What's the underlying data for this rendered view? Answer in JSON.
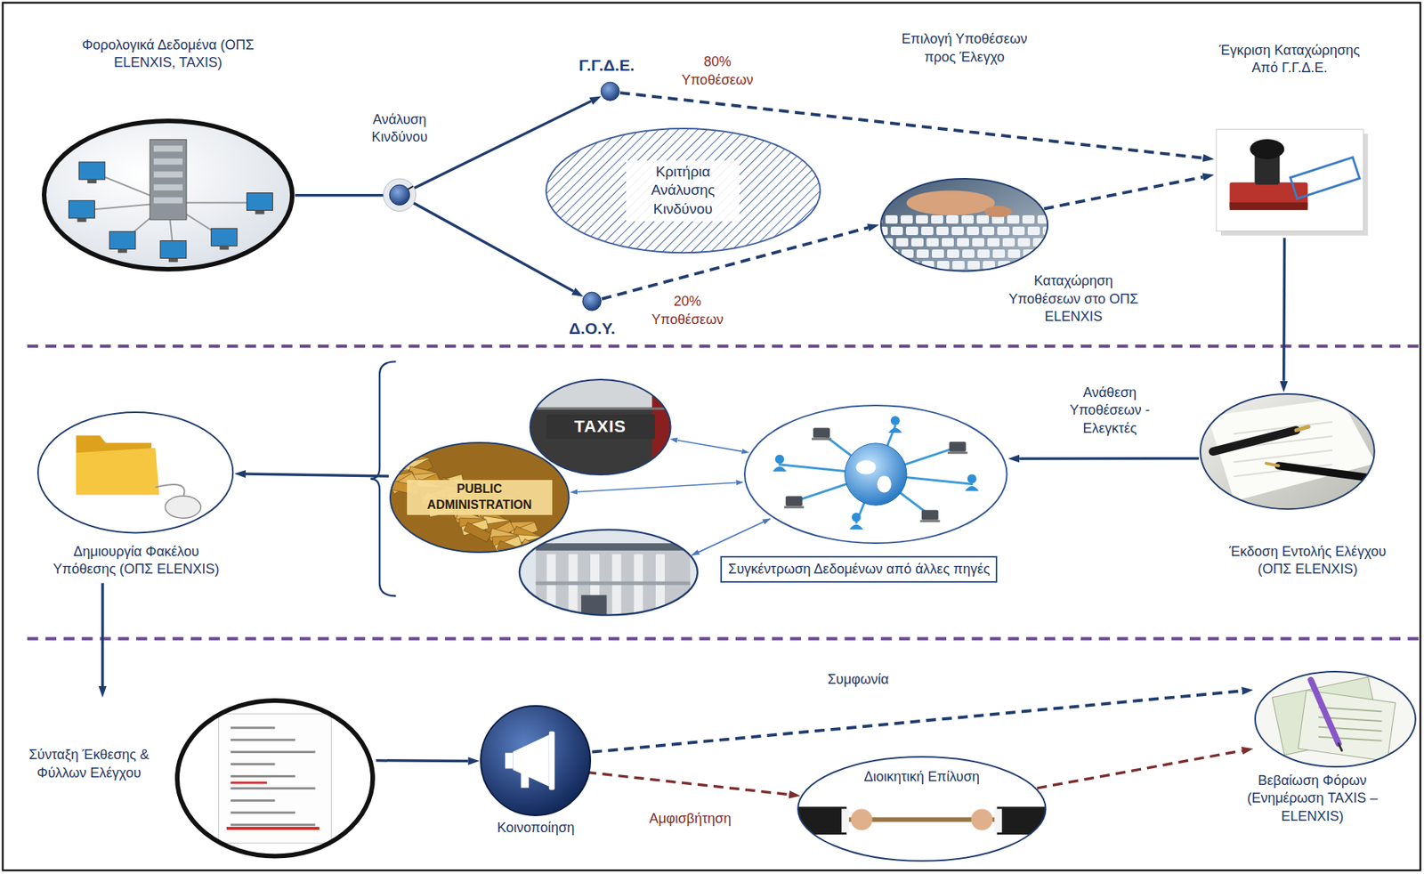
{
  "diagram": {
    "nodes": [
      {
        "text": [
          "Φορολογικά Δεδομένα (ΟΠΣ ELENXIS, TAXIS)"
        ]
      },
      {
        "text": [
          "Ανάλυση Κινδύνου"
        ]
      },
      {
        "text": [
          "Γ.Γ.Δ.Ε."
        ]
      },
      {
        "text": [
          "Κριτήρια Ανάλυσης Κινδύνου"
        ]
      },
      {
        "text": [
          "Δ.Ο.Υ."
        ]
      },
      {
        "text": [
          "Καταχώρηση Υποθέσεων στο ΟΠΣ ELENXIS"
        ]
      },
      {
        "text": [
          "Έγκριση Καταχώρησης Από Γ.Γ.Δ.Ε."
        ]
      },
      {
        "text": [
          "Έκδοση Εντολής Ελέγχου (ΟΠΣ ELENXIS)"
        ]
      },
      {
        "text": [
          "Συγκέντρωση Δεδομένων από άλλες πηγές"
        ]
      },
      {
        "text": [
          "TAXIS"
        ]
      },
      {
        "text": [
          "PUBLIC ADMINISTRATION"
        ]
      },
      {
        "text": [
          "Δημιουργία Φακέλου Υπόθεσης (ΟΠΣ ELENXIS)"
        ]
      },
      {
        "text": [
          "Σύνταξη Έκθεσης & Φύλλων Ελέγχου"
        ]
      },
      {
        "text": [
          "Κοινοποίηση"
        ]
      },
      {
        "text": [
          "Διοικητική Επίλυση"
        ]
      },
      {
        "text": [
          "Βεβαίωση Φόρων (Ενημέρωση TAXIS – ELENXIS)"
        ]
      }
    ],
    "edges": [
      {
        "from": 0,
        "to": 1,
        "arrow": "none"
      },
      {
        "from": 1,
        "to": 2,
        "arrow": "to"
      },
      {
        "from": 1,
        "to": 4,
        "arrow": "to"
      },
      {
        "from": 2,
        "to": 6,
        "arrow": "to",
        "label": "80% Υποθέσεων"
      },
      {
        "from": 4,
        "to": 5,
        "arrow": "to",
        "label": "20% Υποθέσεων"
      },
      {
        "from": 5,
        "to": 6,
        "arrow": "to"
      },
      {
        "from": 6,
        "to": 7,
        "arrow": "to"
      },
      {
        "from": 7,
        "to": 8,
        "arrow": "to",
        "label": "Ανάθεση Υποθέσεων - Ελεγκτές"
      },
      {
        "from": 8,
        "to": 9,
        "arrow": "both"
      },
      {
        "from": 8,
        "to": 10,
        "arrow": "both"
      },
      {
        "from": 10,
        "to": 11,
        "arrow": "to"
      },
      {
        "from": 11,
        "to": 12,
        "arrow": "to"
      },
      {
        "from": 12,
        "to": 13,
        "arrow": "to"
      },
      {
        "from": 13,
        "to": 15,
        "arrow": "to",
        "label": "Συμφωνία"
      },
      {
        "from": 13,
        "to": 14,
        "arrow": "to",
        "label": "Αμφισβήτηση"
      },
      {
        "from": 14,
        "to": 15,
        "arrow": "to"
      }
    ],
    "labels": [
      "Επιλογή Υποθέσεων προς Έλεγχο"
    ]
  }
}
